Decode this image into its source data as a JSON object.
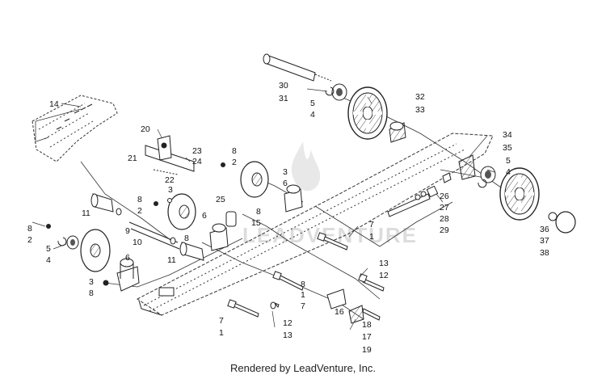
{
  "diagram": {
    "callouts": [
      "1",
      "2",
      "3",
      "4",
      "5",
      "6",
      "7",
      "8",
      "9",
      "10",
      "11",
      "12",
      "13",
      "14",
      "15",
      "16",
      "17",
      "18",
      "19",
      "20",
      "21",
      "22",
      "23",
      "24",
      "25",
      "26",
      "27",
      "28",
      "29",
      "30",
      "31",
      "32",
      "33",
      "34",
      "35",
      "36",
      "37",
      "38"
    ],
    "watermark": "LEADVENTURE",
    "footer": "Rendered by LeadVenture, Inc."
  }
}
